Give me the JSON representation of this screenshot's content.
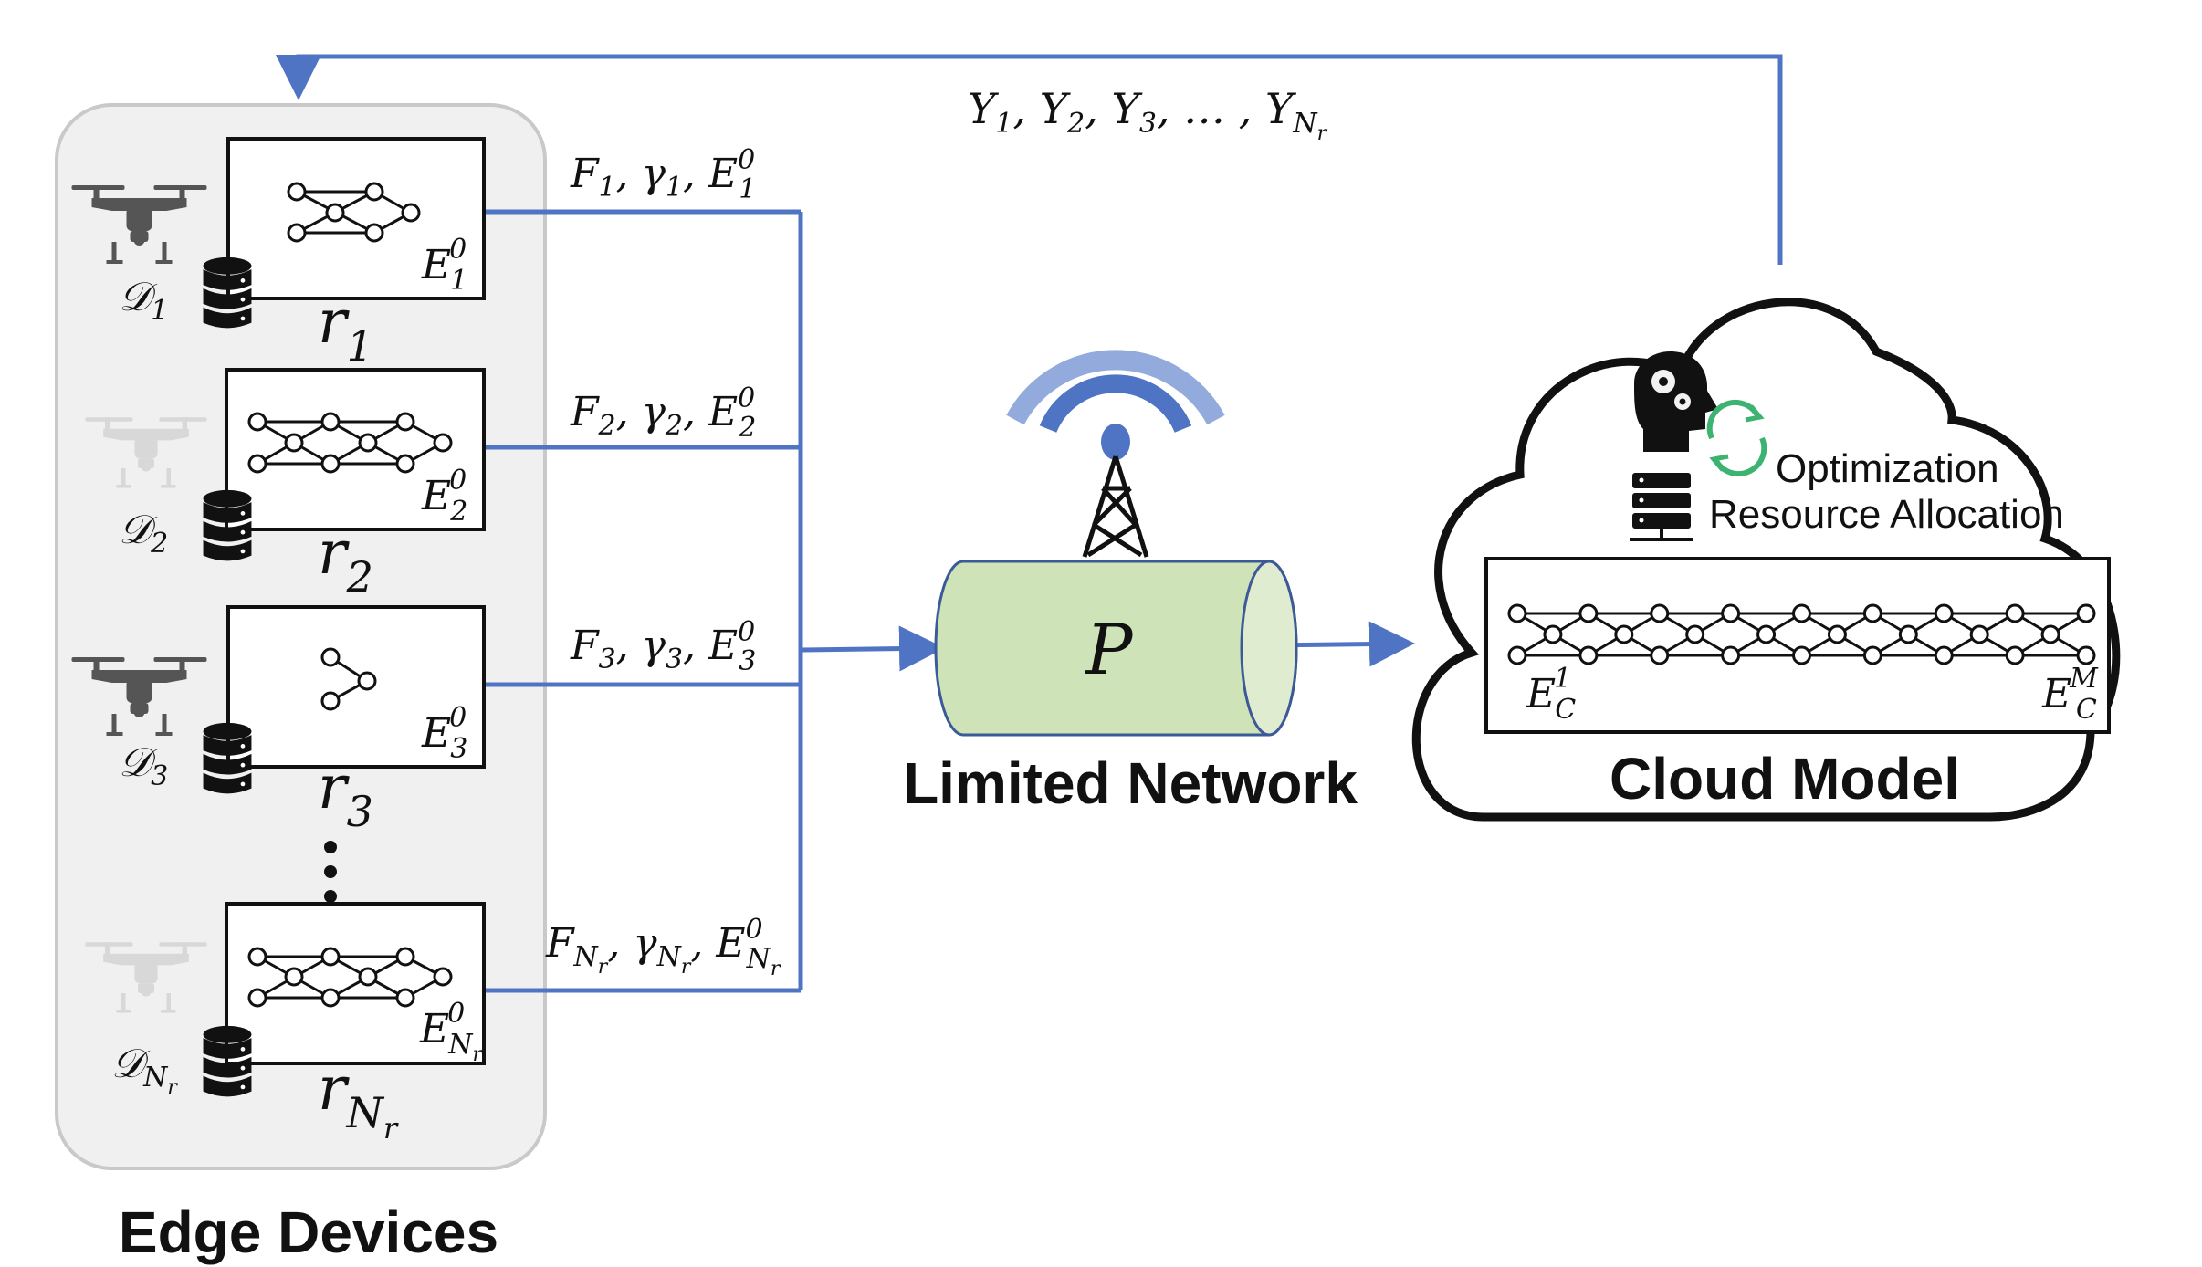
{
  "colors": {
    "link_blue": "#4f74c4",
    "network_fill": "#cfe3b8",
    "antenna_blue": "#4f74c4",
    "cycle_green": "#3cb371",
    "panel_fill": "#f0f0f0",
    "panel_border": "#c9c9c9"
  },
  "icons": [
    "drone-icon",
    "database-icon",
    "neural-net-icon",
    "antenna-tower-icon",
    "brain-gear-icon",
    "cycle-arrows-icon",
    "server-icon",
    "cloud-shape"
  ],
  "titles": {
    "edge": "Edge Devices",
    "network": "Limited Network",
    "cloud": "Cloud Model"
  },
  "network": {
    "pipe_label": "P"
  },
  "cloud": {
    "optimization": "Optimization",
    "resource": "Resource Allocation"
  },
  "feedback": {
    "label_parts": [
      "Y",
      "1",
      ", ",
      "Y",
      "2",
      ", ",
      "Y",
      "3",
      ", … , ",
      "Y",
      "N",
      "r"
    ]
  },
  "devices": [
    {
      "id": "1",
      "dataset_sub": "1",
      "robot": "r",
      "robot_sub": "1",
      "model": "E",
      "model_sup": "0",
      "model_sub": "1",
      "link": [
        "F",
        "1",
        ", γ",
        "1",
        ", E",
        "0",
        "1"
      ]
    },
    {
      "id": "2",
      "dataset_sub": "2",
      "robot": "r",
      "robot_sub": "2",
      "model": "E",
      "model_sup": "0",
      "model_sub": "2",
      "link": [
        "F",
        "2",
        ", γ",
        "2",
        ", E",
        "0",
        "2"
      ]
    },
    {
      "id": "3",
      "dataset_sub": "3",
      "robot": "r",
      "robot_sub": "3",
      "model": "E",
      "model_sup": "0",
      "model_sub": "3",
      "link": [
        "F",
        "3",
        ", γ",
        "3",
        ", E",
        "0",
        "3"
      ]
    },
    {
      "id": "Nr",
      "dataset_sub": "N",
      "dataset_sub2": "r",
      "robot": "r",
      "robot_sub": "N",
      "robot_sub2": "r",
      "model": "E",
      "model_sup": "0",
      "model_sub": "N",
      "model_sub2": "r",
      "link": [
        "F",
        "N",
        "r",
        ", γ",
        "N",
        "r",
        ", E",
        "0",
        "N",
        "r"
      ]
    }
  ],
  "dataset_symbol": "𝒟",
  "cloud_model": {
    "first": "E",
    "first_sup": "1",
    "first_sub": "C",
    "last": "E",
    "last_sup": "M",
    "last_sub": "C"
  },
  "ellipsis": "⋮"
}
